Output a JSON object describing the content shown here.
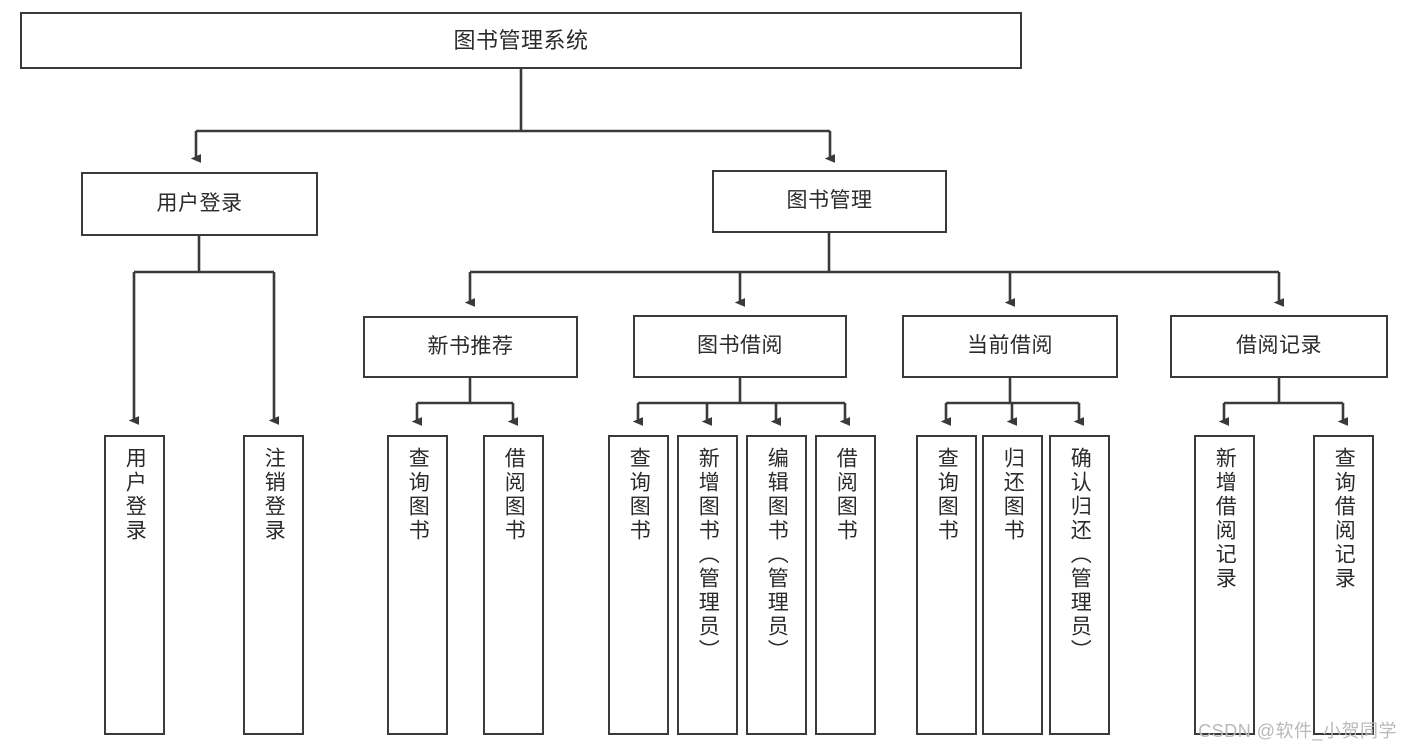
{
  "diagram": {
    "type": "tree",
    "title_node": {
      "label": "图书管理系统"
    },
    "level2": [
      {
        "id": "user-login",
        "label": "用户登录"
      },
      {
        "id": "book-manage",
        "label": "图书管理"
      }
    ],
    "level3": [
      {
        "id": "new-book-recommend",
        "label": "新书推荐"
      },
      {
        "id": "book-borrow",
        "label": "图书借阅"
      },
      {
        "id": "current-borrow",
        "label": "当前借阅"
      },
      {
        "id": "borrow-record",
        "label": "借阅记录"
      }
    ],
    "leaves": {
      "user_login": [
        {
          "id": "leaf-user-login",
          "label": "用户登录"
        },
        {
          "id": "leaf-logout",
          "label": "注销登录"
        }
      ],
      "new_book_recommend": [
        {
          "id": "leaf-query-book-1",
          "label": "查询图书"
        },
        {
          "id": "leaf-borrow-book-1",
          "label": "借阅图书"
        }
      ],
      "book_borrow": [
        {
          "id": "leaf-query-book-2",
          "label": "查询图书"
        },
        {
          "id": "leaf-add-book",
          "label": "新增图书（管理员）"
        },
        {
          "id": "leaf-edit-book",
          "label": "编辑图书（管理员）"
        },
        {
          "id": "leaf-borrow-book-2",
          "label": "借阅图书"
        }
      ],
      "current_borrow": [
        {
          "id": "leaf-query-book-3",
          "label": "查询图书"
        },
        {
          "id": "leaf-return-book",
          "label": "归还图书"
        },
        {
          "id": "leaf-confirm-return",
          "label": "确认归还（管理员）"
        }
      ],
      "borrow_record": [
        {
          "id": "leaf-add-record",
          "label": "新增借阅记录"
        },
        {
          "id": "leaf-query-record",
          "label": "查询借阅记录"
        }
      ]
    }
  },
  "watermark": {
    "text": "CSDN @软件_小贺同学"
  },
  "colors": {
    "stroke": "#3a3a3a",
    "fill": "#ffffff",
    "text": "#2b2b2b",
    "watermark": "#b9b9b9"
  }
}
